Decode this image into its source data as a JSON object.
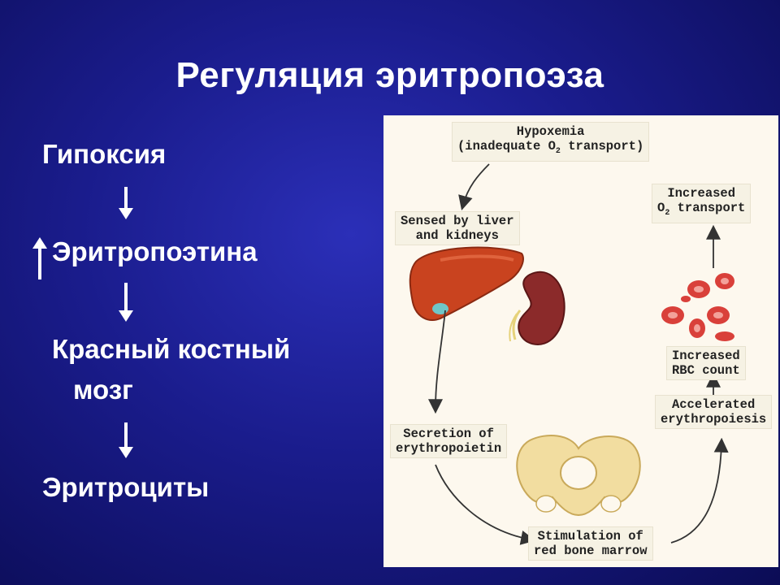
{
  "title": "Регуляция эритропоэза",
  "steps": {
    "hypoxia": "Гипоксия",
    "epo": "Эритропоэтина",
    "marrow_line1": "Красный костный",
    "marrow_line2": "мозг",
    "erythrocytes": "Эритроциты"
  },
  "diagram": {
    "hypoxemia_line1": "Hypoxemia",
    "hypoxemia_line2": "(inadequate O",
    "hypoxemia_sub": "2",
    "hypoxemia_line2_end": " transport)",
    "sensed_line1": "Sensed by liver",
    "sensed_line2": "and kidneys",
    "secretion_line1": "Secretion of",
    "secretion_line2": "erythropoietin",
    "stimulation_line1": "Stimulation of",
    "stimulation_line2": "red bone marrow",
    "accelerated_line1": "Accelerated",
    "accelerated_line2": "erythropoiesis",
    "rbc_line1": "Increased",
    "rbc_line2": "RBC count",
    "o2_line1": "Increased",
    "o2_line2": "O",
    "o2_sub": "2",
    "o2_line2_end": " transport"
  }
}
